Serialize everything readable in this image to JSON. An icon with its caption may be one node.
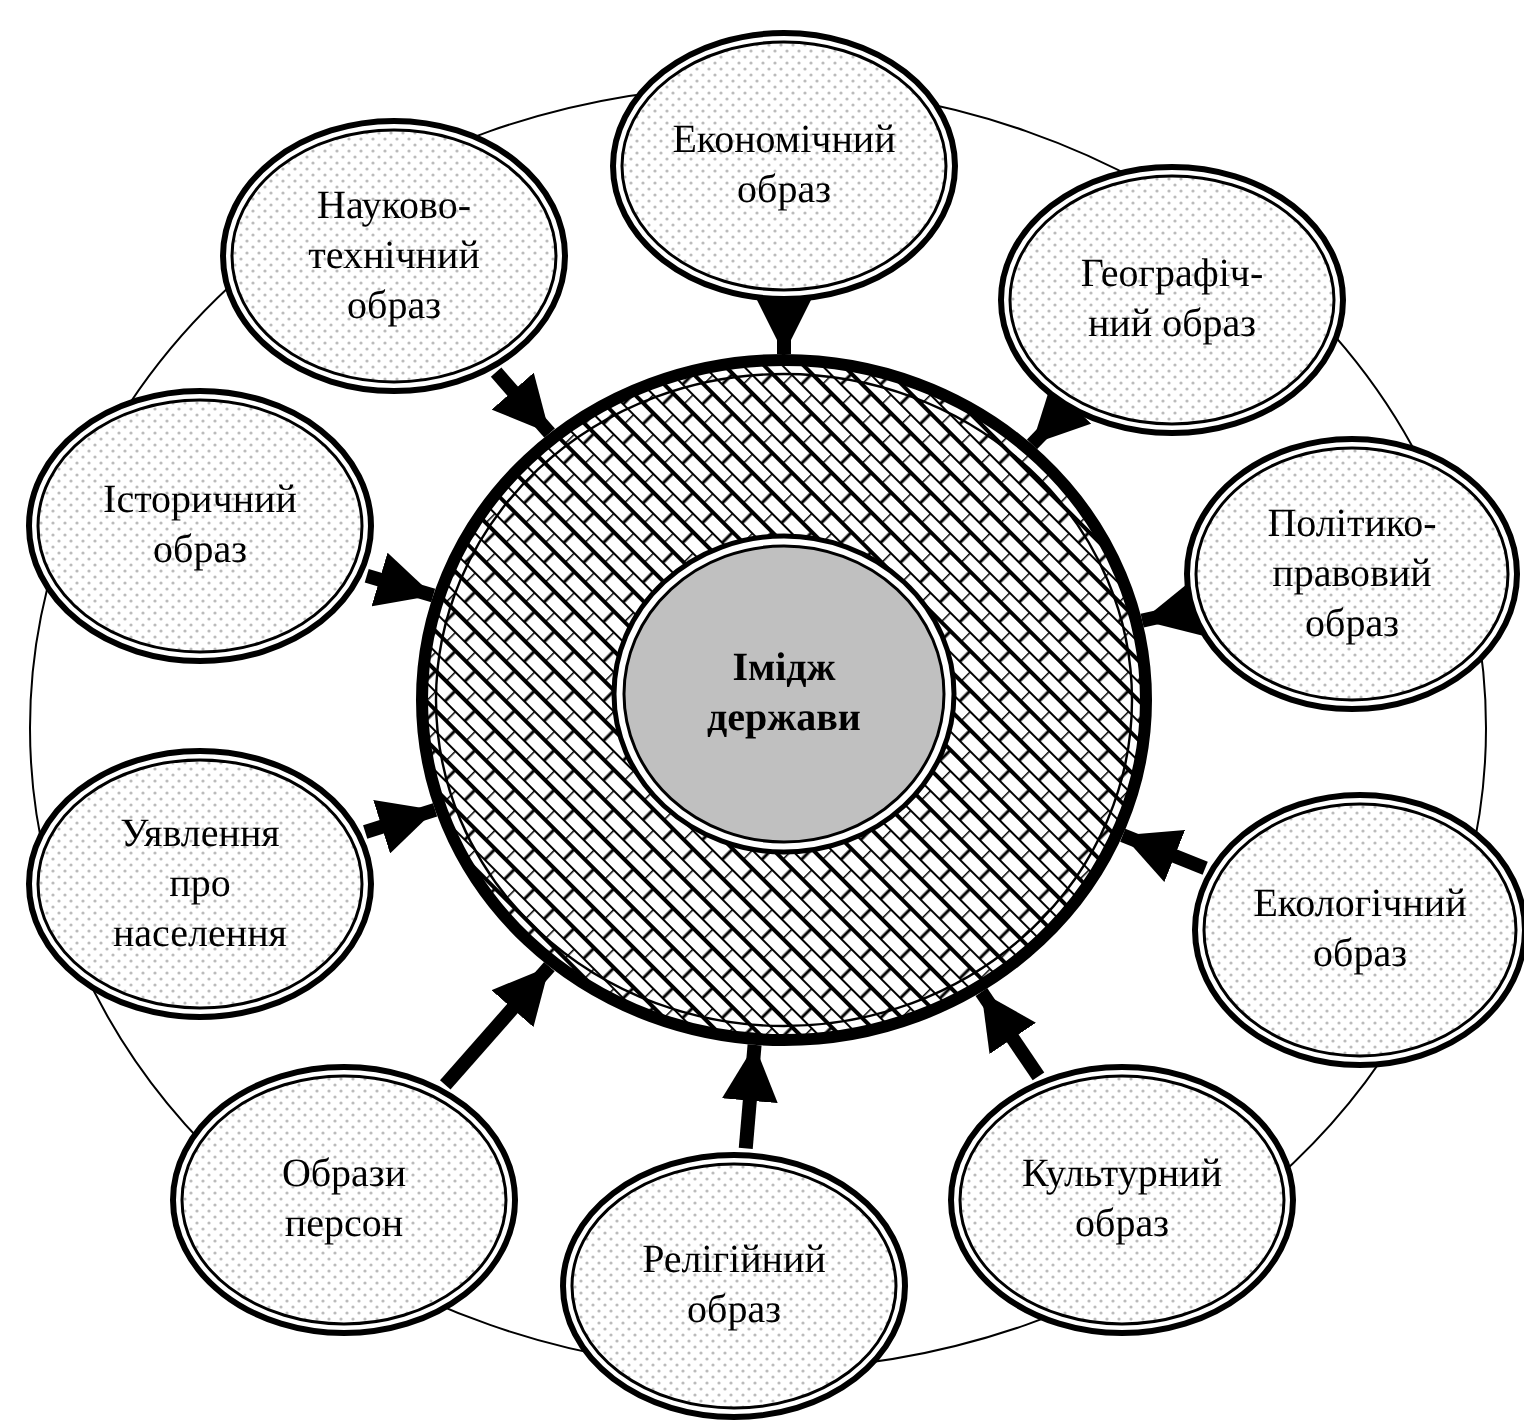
{
  "diagram": {
    "nodes": [
      {
        "text": [],
        "shape": "circle"
      },
      {
        "text": [
          "Імідж держави"
        ],
        "in": 0
      },
      {
        "text": [
          "Економічний образ"
        ]
      },
      {
        "text": [
          "Географіч-ний образ"
        ]
      },
      {
        "text": [
          "Політико-правовий образ"
        ]
      },
      {
        "text": [
          "Екологічний образ"
        ]
      },
      {
        "text": [
          "Культурний образ"
        ]
      },
      {
        "text": [
          "Релігійний образ"
        ]
      },
      {
        "text": [
          "Образи персон"
        ]
      },
      {
        "text": [
          "Уявлення про населення"
        ]
      },
      {
        "text": [
          "Історичний образ"
        ]
      },
      {
        "text": [
          "Науково-технічний образ"
        ]
      }
    ],
    "edges": [
      {
        "from": 2,
        "to": 0,
        "arrow": "to"
      },
      {
        "from": 3,
        "to": 0,
        "arrow": "to"
      },
      {
        "from": 4,
        "to": 0,
        "arrow": "to"
      },
      {
        "from": 5,
        "to": 0,
        "arrow": "to"
      },
      {
        "from": 6,
        "to": 0,
        "arrow": "to"
      },
      {
        "from": 7,
        "to": 0,
        "arrow": "to"
      },
      {
        "from": 8,
        "to": 0,
        "arrow": "to"
      },
      {
        "from": 9,
        "to": 0,
        "arrow": "to"
      },
      {
        "from": 10,
        "to": 0,
        "arrow": "to"
      },
      {
        "from": 11,
        "to": 0,
        "arrow": "to"
      }
    ]
  }
}
